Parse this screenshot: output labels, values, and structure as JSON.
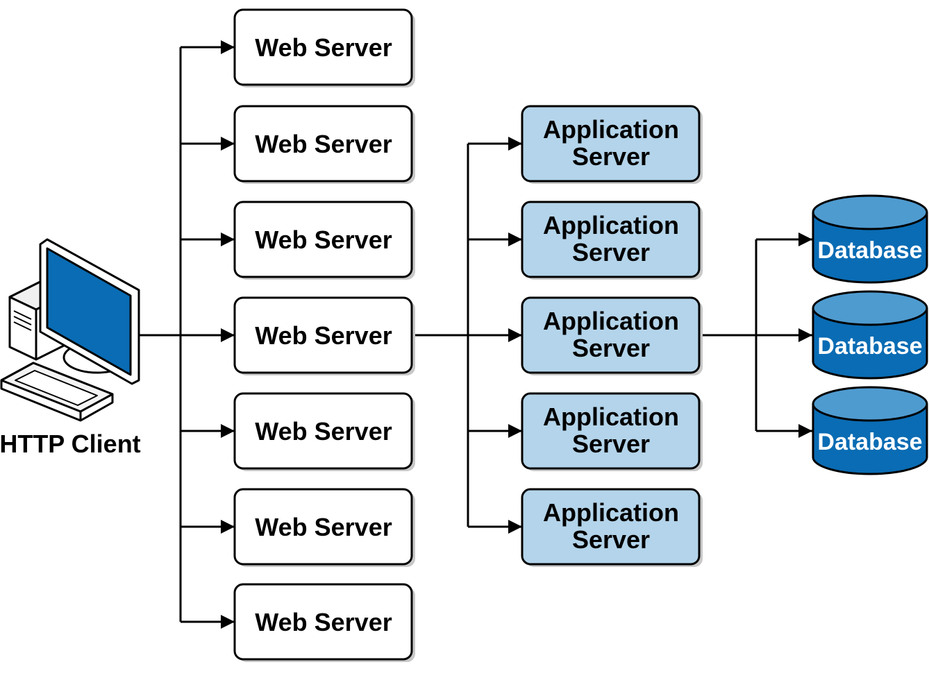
{
  "client": {
    "label": "HTTP Client",
    "icon": "desktop-computer-icon"
  },
  "web_servers": [
    {
      "label": "Web Server"
    },
    {
      "label": "Web Server"
    },
    {
      "label": "Web Server"
    },
    {
      "label": "Web Server"
    },
    {
      "label": "Web Server"
    },
    {
      "label": "Web Server"
    },
    {
      "label": "Web Server"
    }
  ],
  "app_servers": [
    {
      "line1": "Application",
      "line2": "Server"
    },
    {
      "line1": "Application",
      "line2": "Server"
    },
    {
      "line1": "Application",
      "line2": "Server"
    },
    {
      "line1": "Application",
      "line2": "Server"
    },
    {
      "line1": "Application",
      "line2": "Server"
    }
  ],
  "databases": [
    {
      "label": "Database"
    },
    {
      "label": "Database"
    },
    {
      "label": "Database"
    }
  ],
  "colors": {
    "web_box_fill": "#ffffff",
    "app_box_fill": "#b3d4ea",
    "db_fill": "#0a6cb4",
    "db_top_fill": "#4e9bd0",
    "db_text": "#ffffff",
    "monitor_screen": "#0a6cb4",
    "stroke": "#000000",
    "shadow": "#c8c8c8"
  }
}
